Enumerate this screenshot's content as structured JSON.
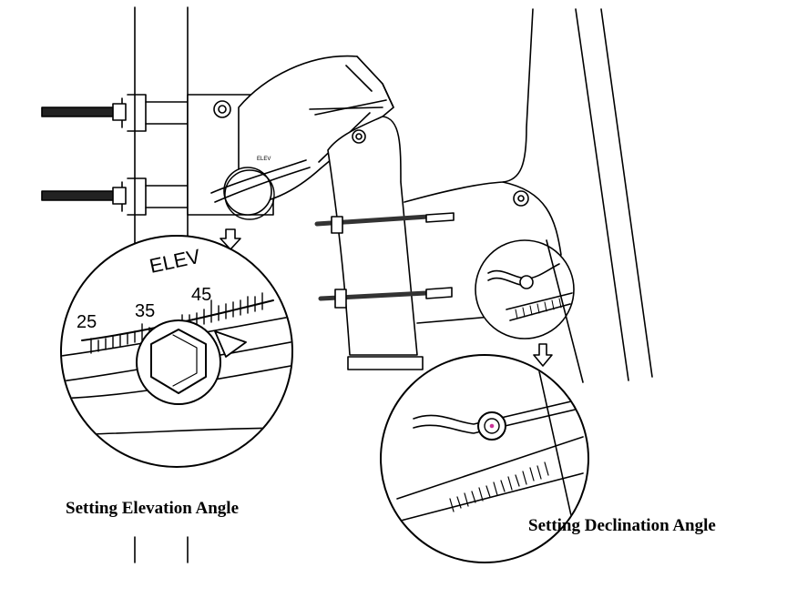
{
  "captions": {
    "elevation": "Setting Elevation Angle",
    "declination": "Setting Declination Angle"
  },
  "elevation_scale": {
    "label": "ELEV",
    "ticks": [
      "25",
      "35",
      "45"
    ]
  },
  "colors": {
    "line": "#000000",
    "background": "#ffffff",
    "bolt": "#222222",
    "center_dot": "#cc3399"
  }
}
